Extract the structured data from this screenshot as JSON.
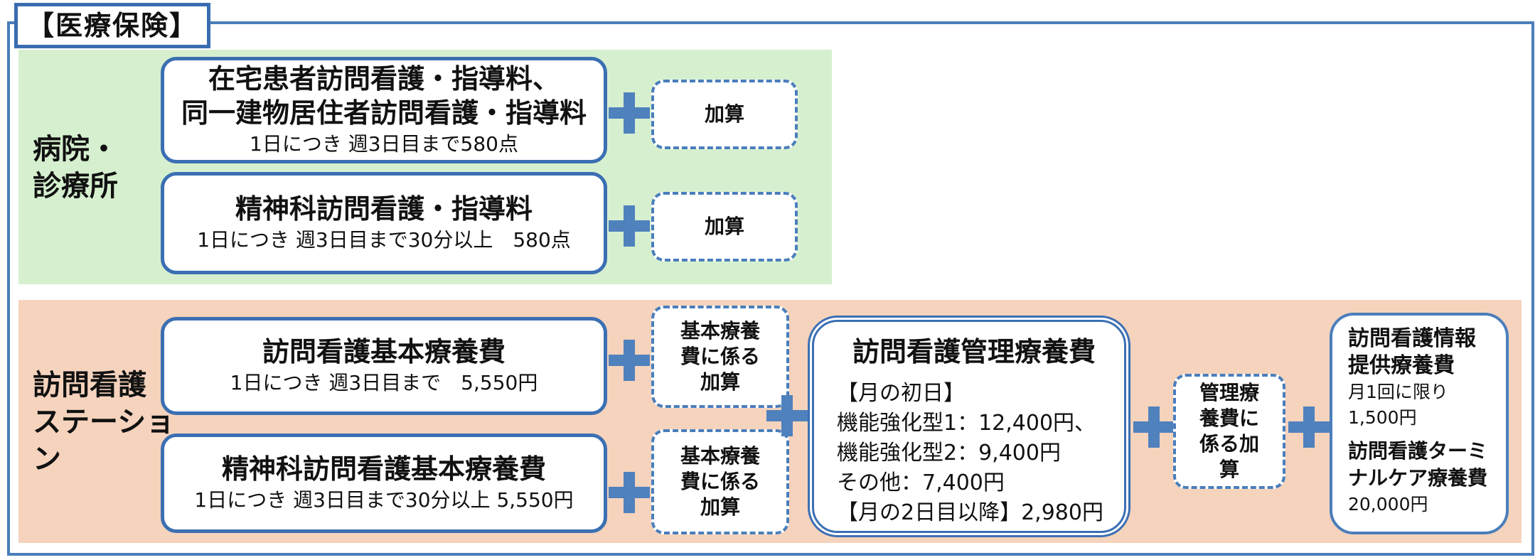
{
  "header_label": "【医療保険】",
  "hospital": {
    "label": "病院・\n診療所",
    "box1": {
      "title": "在宅患者訪問看護・指導料、\n同一建物居住者訪問看護・指導料",
      "sub": "1日につき 週3日目まで580点"
    },
    "box1_addon": "加算",
    "box2": {
      "title": "精神科訪問看護・指導料",
      "sub": "1日につき 週3日目まで30分以上　580点"
    },
    "box2_addon": "加算"
  },
  "station": {
    "label": "訪問看護\nステーショ\nン",
    "basic1": {
      "title": "訪問看護基本療養費",
      "sub": "1日につき 週3日目まで　5,550円"
    },
    "basic1_addon": "基本療養\n費に係る\n加算",
    "basic2": {
      "title": "精神科訪問看護基本療養費",
      "sub": "1日につき 週3日目まで30分以上 5,550円"
    },
    "basic2_addon": "基本療養\n費に係る\n加算",
    "management": {
      "title": "訪問看護管理療養費",
      "lines": [
        "【月の初日】",
        "機能強化型1：12,400円、",
        "機能強化型2：9,400円",
        "その他：7,400円",
        "【月の2日目以降】2,980円"
      ]
    },
    "management_addon": "管理療\n養費に\n係る加\n算",
    "info": {
      "title1": "訪問看護情報\n提供療養費",
      "sub1a": "月1回に限り",
      "sub1b": "1,500円",
      "title2": "訪問看護ターミ\nナルケア療養費",
      "sub2": "20,000円"
    }
  }
}
